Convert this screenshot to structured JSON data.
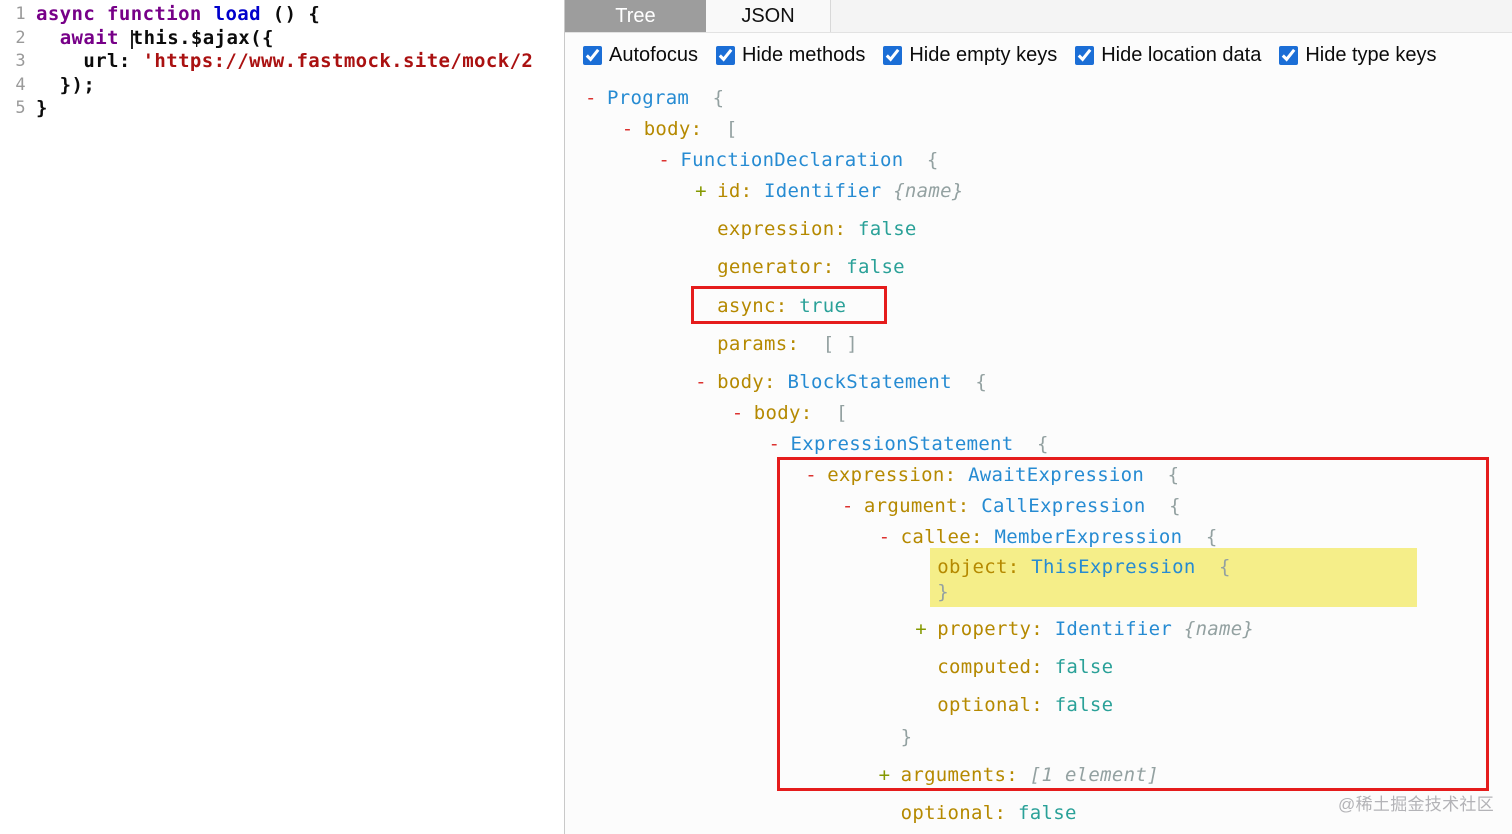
{
  "watermark": "@稀土掘金技术社区",
  "colors": {
    "annotation_red": "#e51c1c",
    "highlight_yellow": "#f5ee89",
    "node_blue": "#268bd2",
    "key_olive": "#b58900",
    "value_teal": "#2aa198",
    "keyword_purple": "#770088",
    "string_red": "#aa1111",
    "checkbox_blue": "#1b6ed6",
    "active_tab_gray": "#9d9d9d"
  },
  "editor": {
    "lines": [
      {
        "num": "1",
        "tokens": [
          {
            "s": "keyword",
            "x": "async"
          },
          {
            "s": "plain",
            "x": " "
          },
          {
            "s": "keyword",
            "x": "function"
          },
          {
            "s": "plain",
            "x": " "
          },
          {
            "s": "def",
            "x": "load"
          },
          {
            "s": "plain",
            "x": " () {"
          }
        ]
      },
      {
        "num": "2",
        "tokens": [
          {
            "s": "plain",
            "x": "  "
          },
          {
            "s": "keyword",
            "x": "await"
          },
          {
            "s": "plain",
            "x": " "
          },
          {
            "s": "cursor",
            "x": ""
          },
          {
            "s": "plain",
            "x": "this.$ajax({"
          }
        ]
      },
      {
        "num": "3",
        "tokens": [
          {
            "s": "plain",
            "x": "    url: "
          },
          {
            "s": "string",
            "x": "'https://www.fastmock.site/mock/2"
          }
        ]
      },
      {
        "num": "4",
        "tokens": [
          {
            "s": "plain",
            "x": "  });"
          }
        ]
      },
      {
        "num": "5",
        "tokens": [
          {
            "s": "plain",
            "x": "}"
          }
        ]
      }
    ]
  },
  "ast_panel": {
    "tabs": [
      {
        "label": "Tree",
        "active": true
      },
      {
        "label": "JSON",
        "active": false
      }
    ],
    "options": [
      {
        "label": "Autofocus",
        "checked": true
      },
      {
        "label": "Hide methods",
        "checked": true
      },
      {
        "label": "Hide empty keys",
        "checked": true
      },
      {
        "label": "Hide location data",
        "checked": true
      },
      {
        "label": "Hide type keys",
        "checked": true
      }
    ]
  },
  "tree": {
    "rows": [
      {
        "indent": 0,
        "toggle": "-",
        "parts": [
          {
            "t": "node",
            "x": "Program"
          },
          {
            "t": "punct",
            "x": "  {"
          }
        ]
      },
      {
        "indent": 1,
        "toggle": "-",
        "parts": [
          {
            "t": "key",
            "x": "body:"
          },
          {
            "t": "punct",
            "x": "  ["
          }
        ]
      },
      {
        "indent": 2,
        "toggle": "-",
        "parts": [
          {
            "t": "node",
            "x": "FunctionDeclaration"
          },
          {
            "t": "punct",
            "x": "  {"
          }
        ]
      },
      {
        "indent": 3,
        "toggle": "+",
        "parts": [
          {
            "t": "key",
            "x": "id:"
          },
          {
            "t": "node",
            "x": " Identifier"
          },
          {
            "t": "meta",
            "x": " {name}"
          }
        ]
      },
      {
        "indent": 3,
        "toggle": null,
        "parts": [
          {
            "t": "key",
            "x": "expression:"
          },
          {
            "t": "value",
            "x": " false"
          }
        ]
      },
      {
        "indent": 3,
        "toggle": null,
        "parts": [
          {
            "t": "key",
            "x": "generator:"
          },
          {
            "t": "value",
            "x": " false"
          }
        ]
      },
      {
        "indent": 3,
        "toggle": null,
        "parts": [
          {
            "t": "key",
            "x": "async:"
          },
          {
            "t": "value",
            "x": " true"
          }
        ]
      },
      {
        "indent": 3,
        "toggle": null,
        "parts": [
          {
            "t": "key",
            "x": "params:"
          },
          {
            "t": "punct",
            "x": "  [ ]"
          }
        ]
      },
      {
        "indent": 3,
        "toggle": "-",
        "parts": [
          {
            "t": "key",
            "x": "body:"
          },
          {
            "t": "node",
            "x": " BlockStatement"
          },
          {
            "t": "punct",
            "x": "  {"
          }
        ]
      },
      {
        "indent": 4,
        "toggle": "-",
        "parts": [
          {
            "t": "key",
            "x": "body:"
          },
          {
            "t": "punct",
            "x": "  ["
          }
        ]
      },
      {
        "indent": 5,
        "toggle": "-",
        "parts": [
          {
            "t": "node",
            "x": "ExpressionStatement"
          },
          {
            "t": "punct",
            "x": "  {"
          }
        ]
      },
      {
        "indent": 6,
        "toggle": "-",
        "parts": [
          {
            "t": "key",
            "x": "expression:"
          },
          {
            "t": "node",
            "x": " AwaitExpression"
          },
          {
            "t": "punct",
            "x": "  {"
          }
        ]
      },
      {
        "indent": 7,
        "toggle": "-",
        "parts": [
          {
            "t": "key",
            "x": "argument:"
          },
          {
            "t": "node",
            "x": " CallExpression"
          },
          {
            "t": "punct",
            "x": "  {"
          }
        ]
      },
      {
        "indent": 8,
        "toggle": "-",
        "parts": [
          {
            "t": "key",
            "x": "callee:"
          },
          {
            "t": "node",
            "x": " MemberExpression"
          },
          {
            "t": "punct",
            "x": "  {"
          }
        ]
      },
      {
        "indent": 9,
        "toggle": null,
        "highlight": true,
        "parts": [
          {
            "t": "key",
            "x": "object:"
          },
          {
            "t": "node",
            "x": " ThisExpression"
          },
          {
            "t": "punct",
            "x": "  {"
          }
        ]
      },
      {
        "indent": 9,
        "toggle": null,
        "highlight": true,
        "parts": [
          {
            "t": "punct",
            "x": "}"
          }
        ]
      },
      {
        "indent": 9,
        "toggle": "+",
        "parts": [
          {
            "t": "key",
            "x": "property:"
          },
          {
            "t": "node",
            "x": " Identifier"
          },
          {
            "t": "meta",
            "x": " {name}"
          }
        ]
      },
      {
        "indent": 9,
        "toggle": null,
        "parts": [
          {
            "t": "key",
            "x": "computed:"
          },
          {
            "t": "value",
            "x": " false"
          }
        ]
      },
      {
        "indent": 9,
        "toggle": null,
        "parts": [
          {
            "t": "key",
            "x": "optional:"
          },
          {
            "t": "value",
            "x": " false"
          }
        ]
      },
      {
        "indent": 8,
        "toggle": null,
        "parts": [
          {
            "t": "punct",
            "x": "}"
          }
        ]
      },
      {
        "indent": 8,
        "toggle": "+",
        "parts": [
          {
            "t": "key",
            "x": "arguments:"
          },
          {
            "t": "meta",
            "x": " [1 element]"
          }
        ]
      },
      {
        "indent": 8,
        "toggle": null,
        "parts": [
          {
            "t": "key",
            "x": "optional:"
          },
          {
            "t": "value",
            "x": " false"
          }
        ]
      }
    ]
  }
}
